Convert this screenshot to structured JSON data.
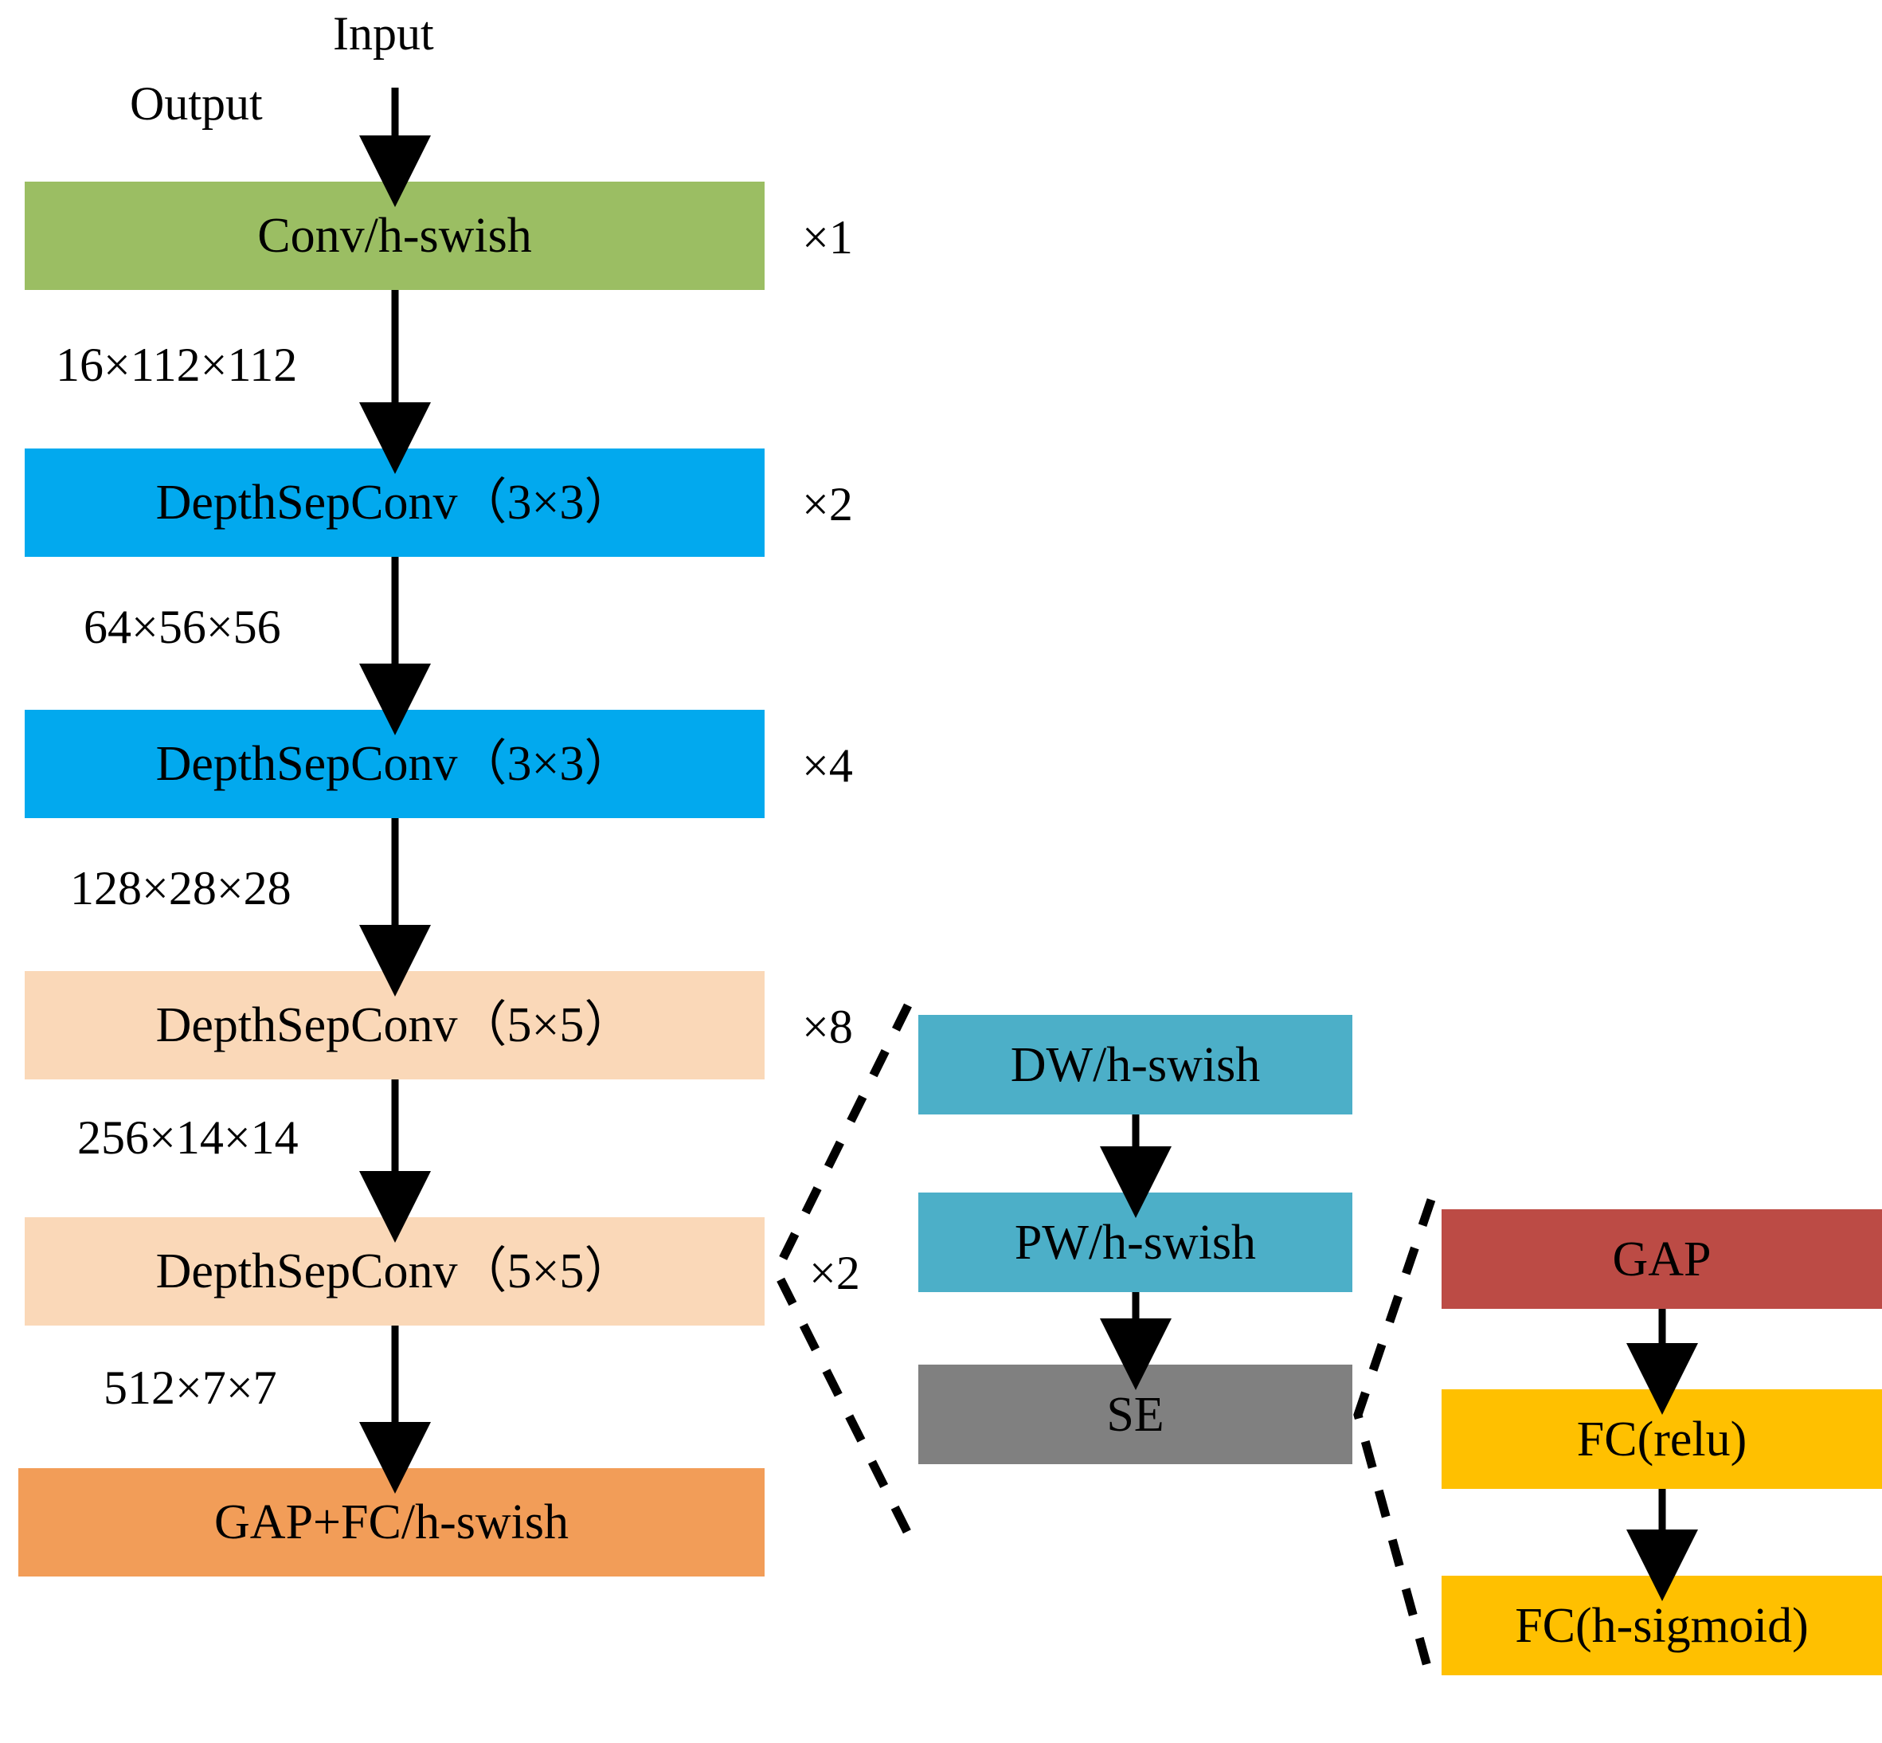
{
  "diagram": {
    "title_free_text": [
      {
        "name": "input-label",
        "text": "Input"
      },
      {
        "name": "output-label",
        "text": "Output"
      }
    ],
    "main_column": {
      "blocks": [
        {
          "id": "conv",
          "label": "Conv/h-swish",
          "repeat": "×1",
          "color": "#9BBE63"
        },
        {
          "id": "dsc-3x3-a",
          "label": "DepthSepConv（3×3）",
          "repeat": "×2",
          "color": "#02A9EE"
        },
        {
          "id": "dsc-3x3-b",
          "label": "DepthSepConv（3×3）",
          "repeat": "×4",
          "color": "#02A9EE"
        },
        {
          "id": "dsc-5x5-a",
          "label": "DepthSepConv（5×5）",
          "repeat": "×8",
          "color": "#FAD8B8"
        },
        {
          "id": "dsc-5x5-b",
          "label": "DepthSepConv（5×5）",
          "repeat": "×2",
          "color": "#FAD8B8"
        },
        {
          "id": "gap-fc",
          "label": "GAP+FC/h-swish",
          "repeat": "",
          "color": "#F29D58"
        }
      ],
      "edge_labels": [
        {
          "id": "e1",
          "text": "16×112×112"
        },
        {
          "id": "e2",
          "text": "64×56×56"
        },
        {
          "id": "e3",
          "text": "128×28×28"
        },
        {
          "id": "e4",
          "text": "256×14×14"
        },
        {
          "id": "e5",
          "text": "512×7×7"
        }
      ]
    },
    "middle_column": {
      "blocks": [
        {
          "id": "dw",
          "label": "DW/h-swish",
          "color": "#4CAFC8"
        },
        {
          "id": "pw",
          "label": "PW/h-swish",
          "color": "#4CAFC8"
        },
        {
          "id": "se",
          "label": "SE",
          "color": "#808080"
        }
      ]
    },
    "right_column": {
      "blocks": [
        {
          "id": "gap",
          "label": "GAP",
          "color": "#BC4B45"
        },
        {
          "id": "fc-relu",
          "label": "FC(relu)",
          "color": "#FFC000"
        },
        {
          "id": "fc-hsigmoid",
          "label": "FC(h-sigmoid)",
          "color": "#FFC000"
        }
      ]
    }
  },
  "chart_data": {
    "type": "diagram",
    "title": "Network architecture block diagram",
    "nodes": [
      {
        "id": "input",
        "label": "Input",
        "kind": "annotation"
      },
      {
        "id": "output",
        "label": "Output",
        "kind": "annotation"
      },
      {
        "id": "conv",
        "label": "Conv/h-swish",
        "repeat": 1,
        "color": "#9BBE63"
      },
      {
        "id": "dsc-3x3-a",
        "label": "DepthSepConv（3×3）",
        "repeat": 2,
        "color": "#02A9EE"
      },
      {
        "id": "dsc-3x3-b",
        "label": "DepthSepConv（3×3）",
        "repeat": 4,
        "color": "#02A9EE"
      },
      {
        "id": "dsc-5x5-a",
        "label": "DepthSepConv（5×5）",
        "repeat": 8,
        "color": "#FAD8B8"
      },
      {
        "id": "dsc-5x5-b",
        "label": "DepthSepConv（5×5）",
        "repeat": 2,
        "color": "#FAD8B8"
      },
      {
        "id": "gap-fc",
        "label": "GAP+FC/h-swish",
        "color": "#F29D58"
      },
      {
        "id": "dw",
        "label": "DW/h-swish",
        "color": "#4CAFC8"
      },
      {
        "id": "pw",
        "label": "PW/h-swish",
        "color": "#4CAFC8"
      },
      {
        "id": "se",
        "label": "SE",
        "color": "#808080"
      },
      {
        "id": "gap",
        "label": "GAP",
        "color": "#BC4B45"
      },
      {
        "id": "fc-relu",
        "label": "FC(relu)",
        "color": "#FFC000"
      },
      {
        "id": "fc-hsigmoid",
        "label": "FC(h-sigmoid)",
        "color": "#FFC000"
      }
    ],
    "edges": [
      {
        "from": "input",
        "to": "conv",
        "label": ""
      },
      {
        "from": "conv",
        "to": "dsc-3x3-a",
        "label": "16×112×112"
      },
      {
        "from": "dsc-3x3-a",
        "to": "dsc-3x3-b",
        "label": "64×56×56"
      },
      {
        "from": "dsc-3x3-b",
        "to": "dsc-5x5-a",
        "label": "128×28×28"
      },
      {
        "from": "dsc-5x5-a",
        "to": "dsc-5x5-b",
        "label": "256×14×14"
      },
      {
        "from": "dsc-5x5-b",
        "to": "gap-fc",
        "label": "512×7×7"
      },
      {
        "from": "dw",
        "to": "pw",
        "label": ""
      },
      {
        "from": "pw",
        "to": "se",
        "label": ""
      },
      {
        "from": "gap",
        "to": "fc-relu",
        "label": ""
      },
      {
        "from": "fc-relu",
        "to": "fc-hsigmoid",
        "label": ""
      }
    ],
    "expansions": [
      {
        "from": "dsc-5x5-group",
        "to": [
          "dw",
          "pw",
          "se"
        ],
        "style": "dashed-bracket"
      },
      {
        "from": "se",
        "to": [
          "gap",
          "fc-relu",
          "fc-hsigmoid"
        ],
        "style": "dashed-bracket"
      }
    ]
  }
}
